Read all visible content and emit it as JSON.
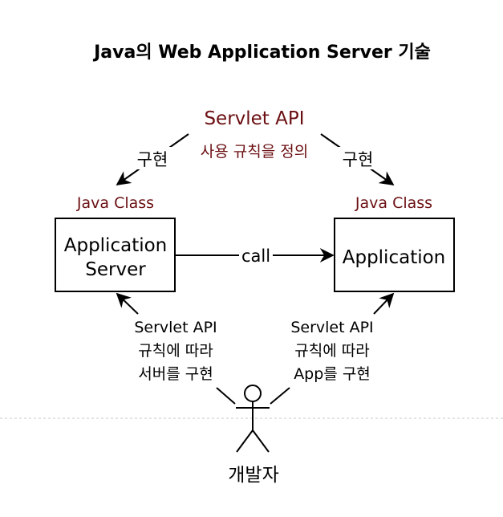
{
  "title": "Java의 Web Application Server 기술",
  "servlet_api": {
    "label": "Servlet API",
    "sublabel": "사용 규칙을 정의"
  },
  "arrow_labels": {
    "left_implement": "구현",
    "right_implement": "구현",
    "call": "call"
  },
  "left_node": {
    "stereotype": "Java Class",
    "line1": "Application",
    "line2": "Server"
  },
  "right_node": {
    "stereotype": "Java Class",
    "label": "Application"
  },
  "left_rule": {
    "line1": "Servlet API",
    "line2": "규칙에 따라",
    "line3": "서버를 구현"
  },
  "right_rule": {
    "line1": "Servlet API",
    "line2": "규칙에 따라",
    "line3": "App를 구현"
  },
  "actor": {
    "label": "개발자"
  },
  "colors": {
    "accent_text": "#6b0f12",
    "stroke": "#000000",
    "divider": "#c8c8c8"
  }
}
